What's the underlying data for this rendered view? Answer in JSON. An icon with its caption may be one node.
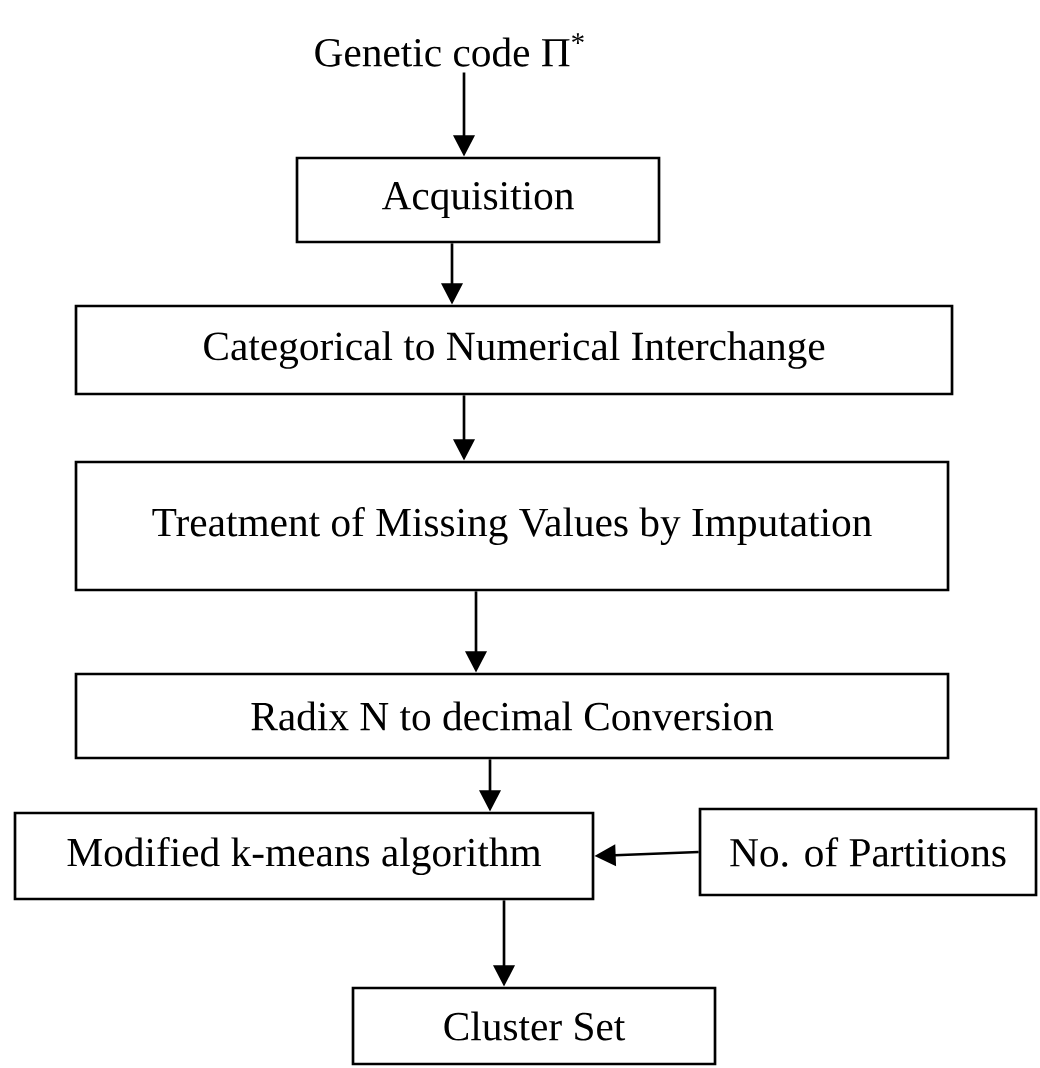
{
  "diagram": {
    "nodes": [
      {
        "text": [
          "Genetic code Π$^{*}$"
        ]
      },
      {
        "text": [
          "Acquisition"
        ]
      },
      {
        "text": [
          "Categorical to Numerical Interchange"
        ]
      },
      {
        "text": [
          "Treatment of Missing Values by Imputation"
        ]
      },
      {
        "text": [
          "Radix N to decimal  Conversion"
        ]
      },
      {
        "text": [
          "Modified k-means algorithm"
        ]
      },
      {
        "text": [
          "No. of Partitions"
        ]
      },
      {
        "text": [
          "Cluster Set"
        ]
      }
    ],
    "edges": [
      {
        "from": 0,
        "to": 1,
        "arrow": "to"
      },
      {
        "from": 1,
        "to": 2,
        "arrow": "to"
      },
      {
        "from": 2,
        "to": 3,
        "arrow": "to"
      },
      {
        "from": 3,
        "to": 4,
        "arrow": "to"
      },
      {
        "from": 4,
        "to": 5,
        "arrow": "to"
      },
      {
        "from": 6,
        "to": 5,
        "arrow": "to"
      },
      {
        "from": 5,
        "to": 7,
        "arrow": "to"
      }
    ]
  }
}
